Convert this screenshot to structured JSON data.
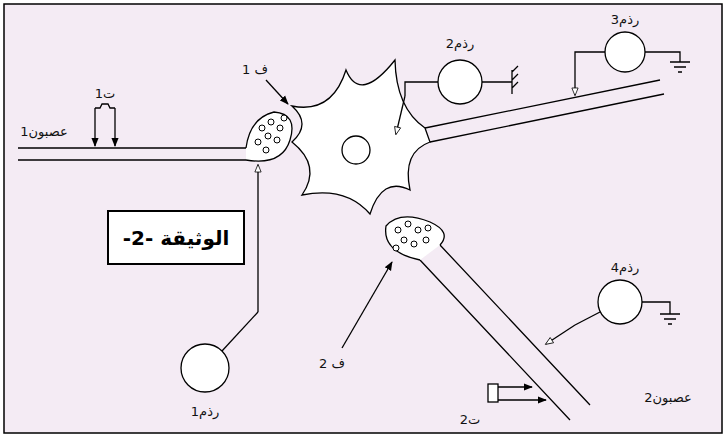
{
  "diagram": {
    "nodes": [
      {
        "text": [
          "الوثيقة -2-"
        ]
      }
    ],
    "labels": [
      "ت1",
      "عصبون1",
      "رذم1",
      "ف 1",
      "رذم2",
      "رذم3",
      "رذم4",
      "ف 2",
      "عصبون2",
      "ت2"
    ]
  }
}
